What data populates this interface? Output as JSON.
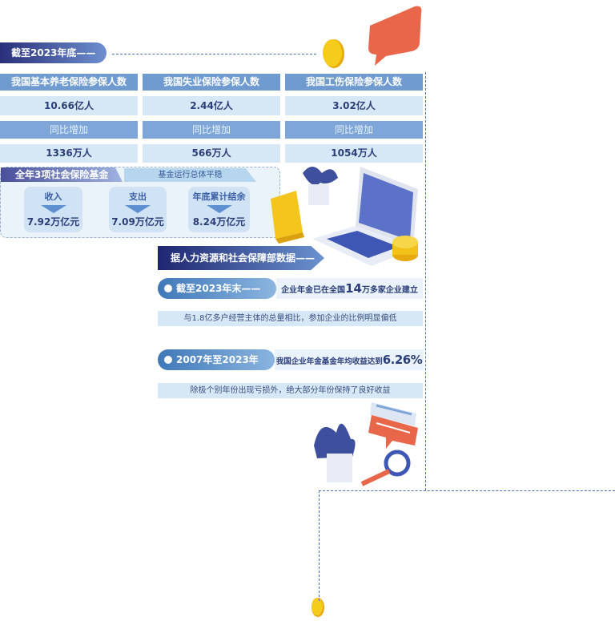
{
  "header": {
    "title": "截至2023年底——"
  },
  "table": {
    "columns": [
      {
        "title": "我国基本养老保险参保人数",
        "value": "10.66亿人",
        "change_label": "同比增加",
        "change": "1336万人"
      },
      {
        "title": "我国失业保险参保人数",
        "value": "2.44亿人",
        "change_label": "同比增加",
        "change": "566万人"
      },
      {
        "title": "我国工伤保险参保人数",
        "value": "3.02亿人",
        "change_label": "同比增加",
        "change": "1054万人"
      }
    ]
  },
  "fund": {
    "title": "全年3项社会保险基金",
    "subtitle": "基金运行总体平稳",
    "items": [
      {
        "label": "收入",
        "value": "7.92万亿元"
      },
      {
        "label": "支出",
        "value": "7.09万亿元"
      },
      {
        "label": "年底累计结余",
        "value": "8.24万亿元"
      }
    ]
  },
  "section": {
    "banner": "据人力资源和社会保障部数据——",
    "facts": [
      {
        "period": "截至2023年末——",
        "pre": "企业年金已在全国",
        "num": "14",
        "post": "万多家企业建立",
        "note": "与1.8亿多户经营主体的总量相比，参加企业的比例明显偏低"
      },
      {
        "period": "2007年至2023年——",
        "pre": "我国企业年金基金年均收益达到",
        "num": "6.26%",
        "post": "",
        "note": "除极个别年份出现亏损外，绝大部分年份保持了良好收益"
      }
    ]
  },
  "colors": {
    "navy": "#1e2670",
    "blue": "#6f9bd1",
    "light": "#d6e8f6",
    "orange": "#e8674a",
    "gold": "#f2c21a"
  }
}
